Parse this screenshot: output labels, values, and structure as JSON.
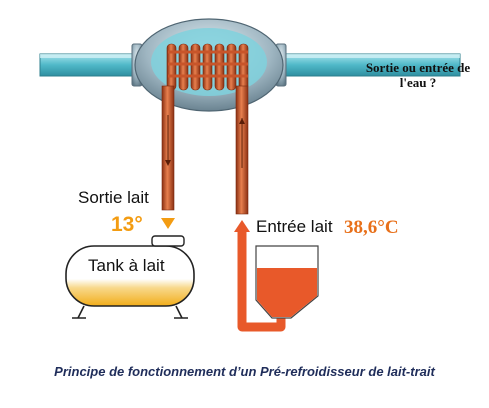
{
  "labels": {
    "water": "Sortie ou entrée de l'eau ?",
    "milk_out": "Sortie lait",
    "milk_out_temp": "13°",
    "milk_in": "Entrée lait",
    "milk_in_temp": "38,6°C",
    "tank": "Tank à lait",
    "caption": "Principe de fonctionnement d’un Pré-refroidisseur de lait-trait"
  },
  "colors": {
    "water_pipe": "#5fc0d0",
    "copper": "#c8552a",
    "hot_milk": "#e8592a",
    "cooled_milk": "#f5b21e",
    "out_arrow": "#f39c12",
    "caption": "#1f2d5a"
  }
}
